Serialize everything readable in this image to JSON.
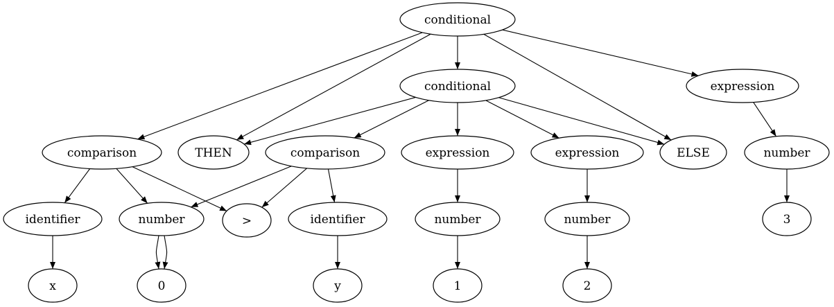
{
  "diagram": {
    "nodes": [
      {
        "id": "n_cond_top",
        "label": "conditional"
      },
      {
        "id": "n_cond_mid",
        "label": "conditional"
      },
      {
        "id": "n_expr_r",
        "label": "expression"
      },
      {
        "id": "n_comp_l",
        "label": "comparison"
      },
      {
        "id": "n_then",
        "label": "THEN"
      },
      {
        "id": "n_comp_m",
        "label": "comparison"
      },
      {
        "id": "n_expr_1",
        "label": "expression"
      },
      {
        "id": "n_expr_2",
        "label": "expression"
      },
      {
        "id": "n_else",
        "label": "ELSE"
      },
      {
        "id": "n_num_r",
        "label": "number"
      },
      {
        "id": "n_ident_l",
        "label": "identifier"
      },
      {
        "id": "n_num_0",
        "label": "number"
      },
      {
        "id": "n_gt",
        "label": ">"
      },
      {
        "id": "n_ident_m",
        "label": "identifier"
      },
      {
        "id": "n_num_1",
        "label": "number"
      },
      {
        "id": "n_num_2",
        "label": "number"
      },
      {
        "id": "n_three",
        "label": "3"
      },
      {
        "id": "n_x",
        "label": "x"
      },
      {
        "id": "n_zero",
        "label": "0"
      },
      {
        "id": "n_y",
        "label": "y"
      },
      {
        "id": "n_one",
        "label": "1"
      },
      {
        "id": "n_two",
        "label": "2"
      }
    ],
    "edges": [
      {
        "from": "n_cond_top",
        "to": "n_comp_l"
      },
      {
        "from": "n_cond_top",
        "to": "n_then"
      },
      {
        "from": "n_cond_top",
        "to": "n_cond_mid"
      },
      {
        "from": "n_cond_top",
        "to": "n_else"
      },
      {
        "from": "n_cond_top",
        "to": "n_expr_r"
      },
      {
        "from": "n_cond_mid",
        "to": "n_then"
      },
      {
        "from": "n_cond_mid",
        "to": "n_comp_m"
      },
      {
        "from": "n_cond_mid",
        "to": "n_expr_1"
      },
      {
        "from": "n_cond_mid",
        "to": "n_expr_2"
      },
      {
        "from": "n_cond_mid",
        "to": "n_else"
      },
      {
        "from": "n_expr_r",
        "to": "n_num_r"
      },
      {
        "from": "n_num_r",
        "to": "n_three"
      },
      {
        "from": "n_comp_l",
        "to": "n_ident_l"
      },
      {
        "from": "n_comp_l",
        "to": "n_num_0"
      },
      {
        "from": "n_comp_l",
        "to": "n_gt"
      },
      {
        "from": "n_comp_m",
        "to": "n_num_0"
      },
      {
        "from": "n_comp_m",
        "to": "n_gt"
      },
      {
        "from": "n_comp_m",
        "to": "n_ident_m"
      },
      {
        "from": "n_expr_1",
        "to": "n_num_1"
      },
      {
        "from": "n_expr_2",
        "to": "n_num_2"
      },
      {
        "from": "n_ident_l",
        "to": "n_x"
      },
      {
        "from": "n_num_0",
        "to": "n_zero"
      },
      {
        "from": "n_num_0",
        "to": "n_zero"
      },
      {
        "from": "n_ident_m",
        "to": "n_y"
      },
      {
        "from": "n_num_1",
        "to": "n_one"
      },
      {
        "from": "n_num_2",
        "to": "n_two"
      }
    ]
  }
}
